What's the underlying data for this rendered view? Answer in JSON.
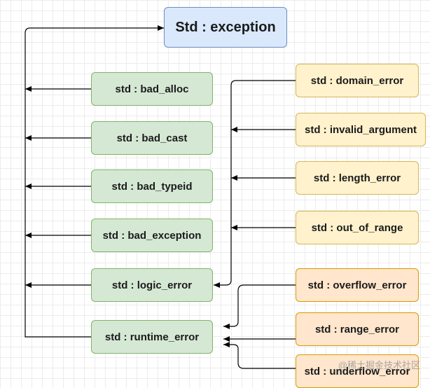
{
  "root": "Std : exception",
  "direct_children": [
    "std : bad_alloc",
    "std : bad_cast",
    "std : bad_typeid",
    "std : bad_exception",
    "std : logic_error",
    "std : runtime_error"
  ],
  "logic_error_children": [
    "std : domain_error",
    "std : invalid_argument",
    "std : length_error",
    "std : out_of_range"
  ],
  "runtime_error_children": [
    "std : overflow_error",
    "std : range_error",
    "std : underflow_error"
  ],
  "watermark": "@稀土掘金技术社区",
  "colors": {
    "root_fill": "#dae8fc",
    "root_border": "#6c8ebf",
    "direct_fill": "#d5e8d4",
    "direct_border": "#82b366",
    "logic_children_fill": "#fff2cc",
    "logic_children_border": "#d6b656",
    "runtime_children_fill": "#ffe6cc",
    "runtime_children_border": "#d79b00",
    "arrow": "#000000"
  }
}
